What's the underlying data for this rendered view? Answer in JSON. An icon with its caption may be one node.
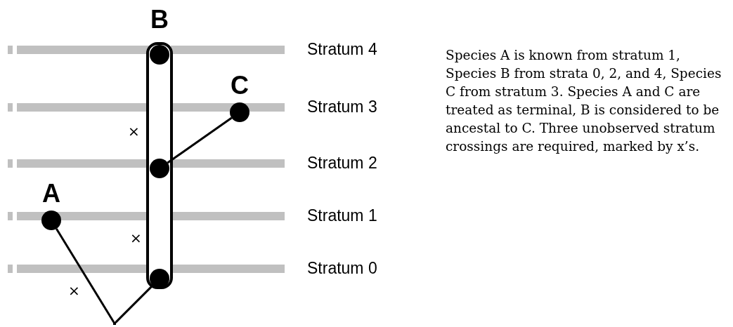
{
  "diagram": {
    "nodes": [
      {
        "text": [
          "B"
        ]
      },
      {
        "text": [],
        "shape": "circle",
        "in": 0
      },
      {
        "text": [],
        "shape": "circle",
        "in": 0
      },
      {
        "text": [],
        "shape": "circle",
        "in": 0
      },
      {
        "text": [
          "C"
        ]
      },
      {
        "text": [
          "A"
        ]
      },
      {
        "text": [],
        "shape": "point"
      }
    ],
    "edges": [
      {
        "from": 2,
        "to": 4,
        "arrow": "none"
      },
      {
        "from": 6,
        "to": 5,
        "arrow": "none"
      },
      {
        "from": 6,
        "to": 3,
        "arrow": "none"
      }
    ],
    "labels": [
      "Stratum 4",
      "Stratum 3",
      "Stratum 2",
      "Stratum 1",
      "Stratum 0",
      "×",
      "×",
      "×",
      "Species A is known from stratum 1, Species B from strata 0, 2, and 4, Species C from stratum 3. Species A and C are treated as terminal, B is considered to be ancestal to C.  Three unobserved stratum crossings are required, marked by x’s."
    ]
  }
}
